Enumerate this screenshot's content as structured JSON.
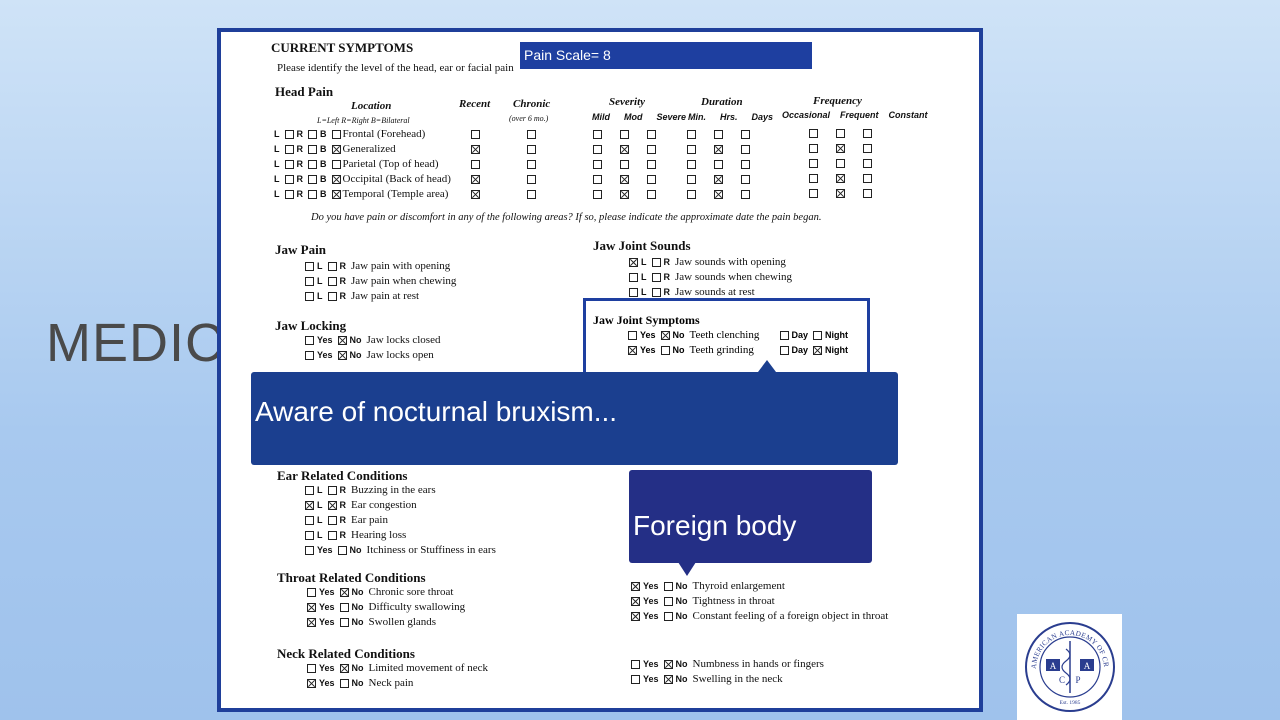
{
  "slide": {
    "title_partial": "MEDIC"
  },
  "pain_banner": "Pain Scale= 8",
  "form": {
    "title": "CURRENT SYMPTOMS",
    "instruction": "Please identify the level of the head, ear or facial pain",
    "head_pain": {
      "heading": "Head Pain",
      "col_location": "Location",
      "col_recent": "Recent",
      "col_chronic": "Chronic",
      "col_chronic_sub": "(over 6 mo.)",
      "col_severity": "Severity",
      "col_duration": "Duration",
      "col_frequency": "Frequency",
      "legend": "L=Left  R=Right  B=Bilateral",
      "severity_sub": [
        "Mild",
        "Mod",
        "Severe"
      ],
      "duration_sub": [
        "Min.",
        "Hrs.",
        "Days"
      ],
      "frequency_sub": [
        "Occasional",
        "Frequent",
        "Constant"
      ],
      "rows": [
        {
          "label": "Frontal (Forehead)",
          "lrb": [
            0,
            0,
            0
          ],
          "recent": 0,
          "chronic": 0,
          "sev": [
            0,
            0,
            0
          ],
          "dur": [
            0,
            0,
            0
          ],
          "freq": [
            0,
            0,
            0
          ]
        },
        {
          "label": "Generalized",
          "lrb": [
            0,
            0,
            1
          ],
          "recent": 1,
          "chronic": 0,
          "sev": [
            0,
            1,
            0
          ],
          "dur": [
            0,
            1,
            0
          ],
          "freq": [
            0,
            1,
            0
          ]
        },
        {
          "label": "Parietal (Top of head)",
          "lrb": [
            0,
            0,
            0
          ],
          "recent": 0,
          "chronic": 0,
          "sev": [
            0,
            0,
            0
          ],
          "dur": [
            0,
            0,
            0
          ],
          "freq": [
            0,
            0,
            0
          ]
        },
        {
          "label": "Occipital (Back of head)",
          "lrb": [
            0,
            0,
            1
          ],
          "recent": 1,
          "chronic": 0,
          "sev": [
            0,
            1,
            0
          ],
          "dur": [
            0,
            1,
            0
          ],
          "freq": [
            0,
            1,
            0
          ]
        },
        {
          "label": "Temporal (Temple area)",
          "lrb": [
            0,
            0,
            1
          ],
          "recent": 1,
          "chronic": 0,
          "sev": [
            0,
            1,
            0
          ],
          "dur": [
            0,
            1,
            0
          ],
          "freq": [
            0,
            1,
            0
          ]
        }
      ]
    },
    "question": "Do you have pain or discomfort in any of the following areas?  If so, please indicate the approximate date the pain began.",
    "jaw_pain": {
      "heading": "Jaw Pain",
      "items": [
        {
          "label": "Jaw pain with opening",
          "l": 0,
          "r": 0
        },
        {
          "label": "Jaw pain when chewing",
          "l": 0,
          "r": 0
        },
        {
          "label": "Jaw pain at rest",
          "l": 0,
          "r": 0
        }
      ]
    },
    "jaw_joint_sounds": {
      "heading": "Jaw Joint Sounds",
      "items": [
        {
          "label": "Jaw sounds with opening",
          "l": 1,
          "r": 0
        },
        {
          "label": "Jaw sounds when chewing",
          "l": 0,
          "r": 0
        },
        {
          "label": "Jaw sounds at rest",
          "l": 0,
          "r": 0
        }
      ]
    },
    "jaw_locking": {
      "heading": "Jaw Locking",
      "items": [
        {
          "label": "Jaw locks closed",
          "yes": 0,
          "no": 1
        },
        {
          "label": "Jaw locks open",
          "yes": 0,
          "no": 1
        }
      ]
    },
    "jaw_joint_symptoms": {
      "heading": "Jaw Joint Symptoms",
      "items": [
        {
          "label": "Teeth clenching",
          "yes": 0,
          "no": 1,
          "day": 0,
          "night": 0
        },
        {
          "label": "Teeth grinding",
          "yes": 1,
          "no": 0,
          "day": 0,
          "night": 1
        }
      ]
    },
    "ear": {
      "heading": "Ear Related Conditions",
      "items": [
        {
          "label": "Buzzing in the ears",
          "a": "L",
          "b": "R",
          "av": 0,
          "bv": 0
        },
        {
          "label": "Ear congestion",
          "a": "L",
          "b": "R",
          "av": 1,
          "bv": 1
        },
        {
          "label": "Ear pain",
          "a": "L",
          "b": "R",
          "av": 0,
          "bv": 0
        },
        {
          "label": "Hearing loss",
          "a": "L",
          "b": "R",
          "av": 0,
          "bv": 0
        },
        {
          "label": "Itchiness or Stuffiness in ears",
          "a": "Yes",
          "b": "No",
          "av": 0,
          "bv": 0
        }
      ]
    },
    "throat": {
      "heading": "Throat Related Conditions",
      "items": [
        {
          "label": "Chronic sore throat",
          "yes": 0,
          "no": 1
        },
        {
          "label": "Difficulty swallowing",
          "yes": 1,
          "no": 0
        },
        {
          "label": "Swollen glands",
          "yes": 1,
          "no": 0
        }
      ],
      "items_right": [
        {
          "label": "Thyroid enlargement",
          "yes": 1,
          "no": 0
        },
        {
          "label": "Tightness in throat",
          "yes": 1,
          "no": 0
        },
        {
          "label": "Constant feeling of a foreign object in throat",
          "yes": 1,
          "no": 0
        }
      ]
    },
    "neck": {
      "heading": "Neck Related Conditions",
      "items": [
        {
          "label": "Limited movement of neck",
          "yes": 0,
          "no": 1
        },
        {
          "label": "Neck pain",
          "yes": 1,
          "no": 0
        }
      ],
      "items_right": [
        {
          "label": "Numbness in hands or fingers",
          "yes": 0,
          "no": 1
        },
        {
          "label": "Swelling in the neck",
          "yes": 0,
          "no": 1
        }
      ]
    },
    "labels": {
      "yes": "Yes",
      "no": "No",
      "l": "L",
      "r": "R",
      "b": "B",
      "day": "Day",
      "night": "Night"
    }
  },
  "callouts": {
    "bruxism": "Aware of nocturnal bruxism...",
    "foreign_body": "Foreign body"
  },
  "logo": {
    "text": "AMERICAN ACADEMY OF CRANIOFACIAL PAIN",
    "initials": [
      "A",
      "A",
      "C",
      "P"
    ],
    "established": "Est. 1985"
  }
}
